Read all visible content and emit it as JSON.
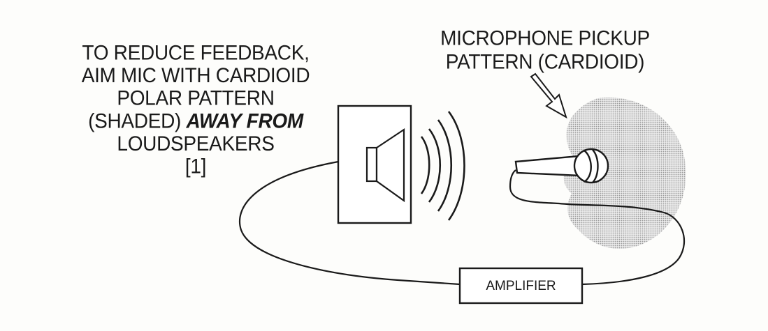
{
  "left_caption": {
    "line1": "TO REDUCE FEEDBACK,",
    "line2": "AIM MIC WITH CARDIOID",
    "line3": "POLAR  PATTERN",
    "line4_prefix": "(SHADED) ",
    "line4_emph": "AWAY FROM",
    "line5": "LOUDSPEAKERS",
    "line6": "[1]"
  },
  "right_caption": {
    "line1": "MICROPHONE PICKUP",
    "line2": "PATTERN (CARDIOID)"
  },
  "amplifier": {
    "label": "AMPLIFIER"
  },
  "colors": {
    "ink": "#1a1a1a",
    "pattern_shade": "#c9c9c9",
    "paper": "#fdfdfb"
  }
}
